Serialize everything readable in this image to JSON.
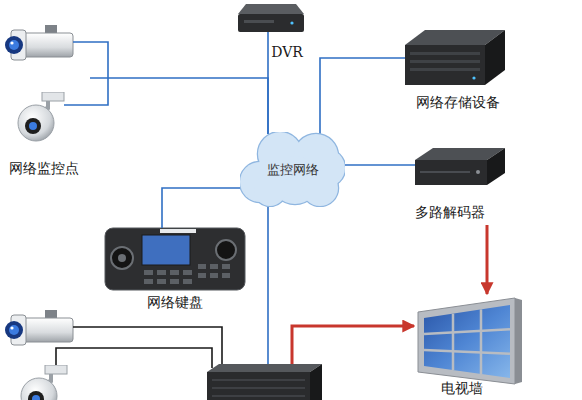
{
  "diagram": {
    "nodes": [
      {
        "text": [
          "DVR"
        ]
      },
      {
        "text": [
          "网络存储设备"
        ]
      },
      {
        "text": [
          "网络监控点"
        ]
      },
      {
        "text": [
          "监控网络"
        ]
      },
      {
        "text": [
          "多路解码器"
        ]
      },
      {
        "text": [
          "网络键盘"
        ]
      },
      {
        "text": [
          "电视墙"
        ]
      }
    ],
    "edges": [
      {
        "from": 2,
        "to": 3,
        "arrow": "none"
      },
      {
        "from": 0,
        "to": 3,
        "arrow": "none"
      },
      {
        "from": 1,
        "to": 3,
        "arrow": "none"
      },
      {
        "from": 5,
        "to": 3,
        "arrow": "none"
      },
      {
        "from": 4,
        "to": 3,
        "arrow": "none"
      },
      {
        "from": 4,
        "to": 6,
        "arrow": "to"
      }
    ]
  }
}
